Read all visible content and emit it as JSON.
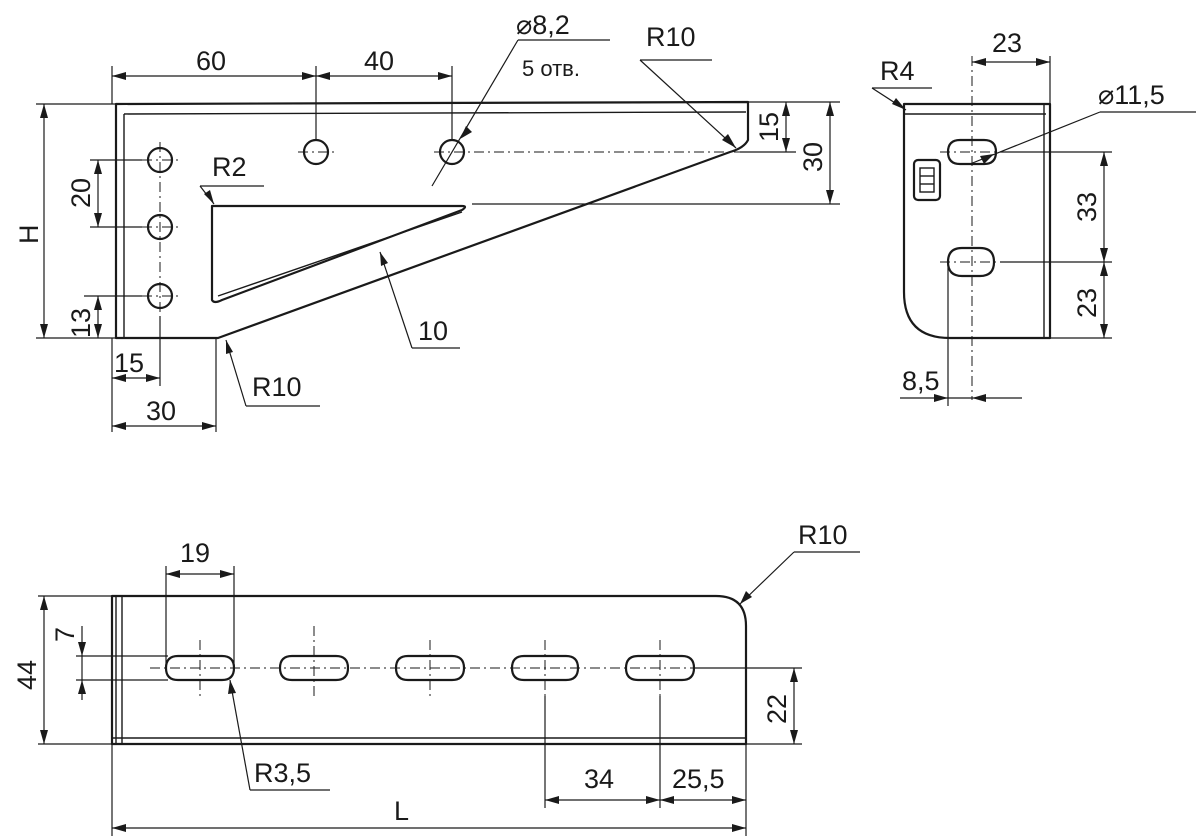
{
  "labels": {
    "dim_60": "60",
    "dim_40": "40",
    "hole_dia": "⌀8,2",
    "hole_count": "5 отв.",
    "r10_top": "R10",
    "dim_15_right": "15",
    "dim_30_right": "30",
    "r2": "R2",
    "h": "H",
    "dim_20": "20",
    "dim_13": "13",
    "dim_15_bottom": "15",
    "dim_30_bottom": "30",
    "r10_bottom": "R10",
    "rib_10": "10",
    "r4": "R4",
    "dim_23_top": "23",
    "slot_dia": "⌀11,5",
    "dim_33": "33",
    "dim_23_side": "23",
    "dim_8_5": "8,5",
    "dim_19": "19",
    "r10_plan": "R10",
    "dim_44": "44",
    "dim_7": "7",
    "dim_22": "22",
    "r3_5": "R3,5",
    "dim_34": "34",
    "dim_25_5": "25,5",
    "l": "L"
  }
}
